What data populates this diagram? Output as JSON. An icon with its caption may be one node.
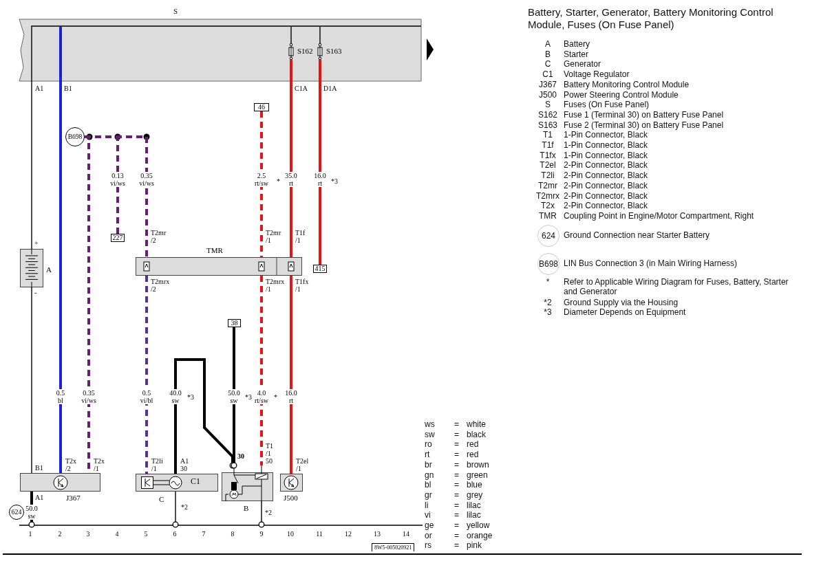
{
  "diagram": {
    "title": "Battery, Starter, Generator, Battery Monitoring Control Module, Fuses (On Fuse Panel)",
    "nodes": [
      {
        "text": [
          "S"
        ]
      },
      {
        "text": [
          "S162"
        ],
        "in": 0
      },
      {
        "text": [
          "S163"
        ],
        "in": 0
      },
      {
        "text": [
          "A"
        ]
      },
      {
        "text": [
          "J367"
        ]
      },
      {
        "text": [
          "TMR"
        ]
      },
      {
        "text": [
          "C"
        ]
      },
      {
        "text": [
          "C1"
        ],
        "in": 6
      },
      {
        "text": [
          "B"
        ]
      },
      {
        "text": [
          "J500"
        ]
      },
      {
        "text": [
          "624"
        ]
      },
      {
        "text": [
          "B698"
        ]
      },
      {
        "text": [
          "46"
        ]
      },
      {
        "text": [
          "227"
        ]
      },
      {
        "text": [
          "415"
        ]
      },
      {
        "text": [
          "38"
        ]
      },
      {
        "text": [],
        "shape": "bar"
      },
      {
        "text": [],
        "shape": "bar",
        "in": 0
      }
    ],
    "edges": [
      {
        "from": 17,
        "to": 3,
        "arrow": "none"
      },
      {
        "from": 3,
        "to": 4,
        "arrow": "none"
      },
      {
        "from": 17,
        "to": 4,
        "arrow": "none",
        "label": "0.5 bl",
        "color": "#1f1fd8"
      },
      {
        "from": 11,
        "to": 4,
        "arrow": "none",
        "label": "0.35 vi/ws",
        "style": "dashed",
        "color": "#6b1a78"
      },
      {
        "from": 11,
        "to": 13,
        "arrow": "none",
        "label": "0.13 vi/ws",
        "style": "dashed",
        "color": "#6b1a78"
      },
      {
        "from": 11,
        "to": 5,
        "arrow": "none",
        "label": "0.35 vi/ws",
        "style": "dashed",
        "color": "#6b1a78"
      },
      {
        "from": 5,
        "to": 6,
        "arrow": "none",
        "label": "0.5 vi/bl",
        "style": "dashed",
        "color": "#5a2aa8"
      },
      {
        "from": 6,
        "to": 8,
        "arrow": "other",
        "label": "40.0 sw"
      },
      {
        "from": 15,
        "to": 8,
        "arrow": "other",
        "label": "50.0 sw"
      },
      {
        "from": 12,
        "to": 5,
        "arrow": "none",
        "label": "2.5 rt/sw",
        "style": "dashed",
        "color": "#ee1111"
      },
      {
        "from": 5,
        "to": 8,
        "arrow": "none",
        "label": "4.0 rt/sw",
        "style": "dashed",
        "color": "#ee1111"
      },
      {
        "from": 1,
        "to": 5,
        "arrow": "none",
        "label": "35.0 rt",
        "color": "#ee1111"
      },
      {
        "from": 5,
        "to": 9,
        "arrow": "none",
        "label": "16.0 rt",
        "color": "#ee1111"
      },
      {
        "from": 2,
        "to": 14,
        "arrow": "none",
        "label": "16.0 rt",
        "color": "#ee1111"
      },
      {
        "from": 4,
        "to": 16,
        "arrow": "other",
        "label": "50.0 sw"
      },
      {
        "from": 6,
        "to": 16,
        "arrow": "other"
      },
      {
        "from": 8,
        "to": 16,
        "arrow": "other"
      },
      {
        "from": 17,
        "to": 1,
        "arrow": "none"
      },
      {
        "from": 17,
        "to": 2,
        "arrow": "none"
      }
    ],
    "labels": [
      "A1",
      "B1",
      "C1A",
      "D1A",
      "+",
      "-",
      "T2mr /2",
      "T2mr /1",
      "T1f /1",
      "T2mrx /2",
      "T2mrx /1",
      "T1fx /1",
      "*",
      "*3",
      "*3",
      "*3",
      "*",
      "B1",
      "T2x /2",
      "T2x /1",
      "T2li /1",
      "A1 30",
      "30",
      "T1 /1 50",
      "T2el /1",
      "A1",
      "*2",
      "*2",
      "1",
      "2",
      "3",
      "4",
      "5",
      "6",
      "7",
      "8",
      "9",
      "10",
      "11",
      "12",
      "13",
      "14",
      "8W5-005020921",
      "A",
      "Battery",
      "B",
      "Starter",
      "C",
      "Generator",
      "C1",
      "Voltage Regulator",
      "J367",
      "Battery Monitoring Control Module",
      "J500",
      "Power Steering Control Module",
      "S",
      "Fuses (On Fuse Panel)",
      "S162",
      "Fuse 1 (Terminal 30) on Battery Fuse Panel",
      "S163",
      "Fuse 2 (Terminal 30) on Battery Fuse Panel",
      "T1",
      "1-Pin Connector, Black",
      "T1f",
      "1-Pin Connector, Black",
      "T1fx",
      "1-Pin Connector, Black",
      "T2el",
      "2-Pin Connector, Black",
      "T2li",
      "2-Pin Connector, Black",
      "T2mr",
      "2-Pin Connector, Black",
      "T2mrx",
      "2-Pin Connector, Black",
      "T2x",
      "2-Pin Connector, Black",
      "TMR",
      "Coupling Point in Engine/Motor Compartment, Right",
      "624",
      "Ground Connection near Starter Battery",
      "B698",
      "LIN Bus Connection 3 (in Main Wiring Harness)",
      "*",
      "Refer to Applicable Wiring Diagram for Fuses, Battery, Starter and Generator",
      "*2",
      "Ground Supply via the Housing",
      "*3",
      "Diameter Depends on Equipment",
      "ws",
      "=",
      "white",
      "sw",
      "=",
      "black",
      "ro",
      "=",
      "red",
      "rt",
      "=",
      "red",
      "br",
      "=",
      "brown",
      "gn",
      "=",
      "green",
      "bl",
      "=",
      "blue",
      "gr",
      "=",
      "grey",
      "li",
      "=",
      "lilac",
      "vi",
      "=",
      "lilac",
      "ge",
      "=",
      "yellow",
      "or",
      "=",
      "orange",
      "rs",
      "=",
      "pink"
    ]
  }
}
